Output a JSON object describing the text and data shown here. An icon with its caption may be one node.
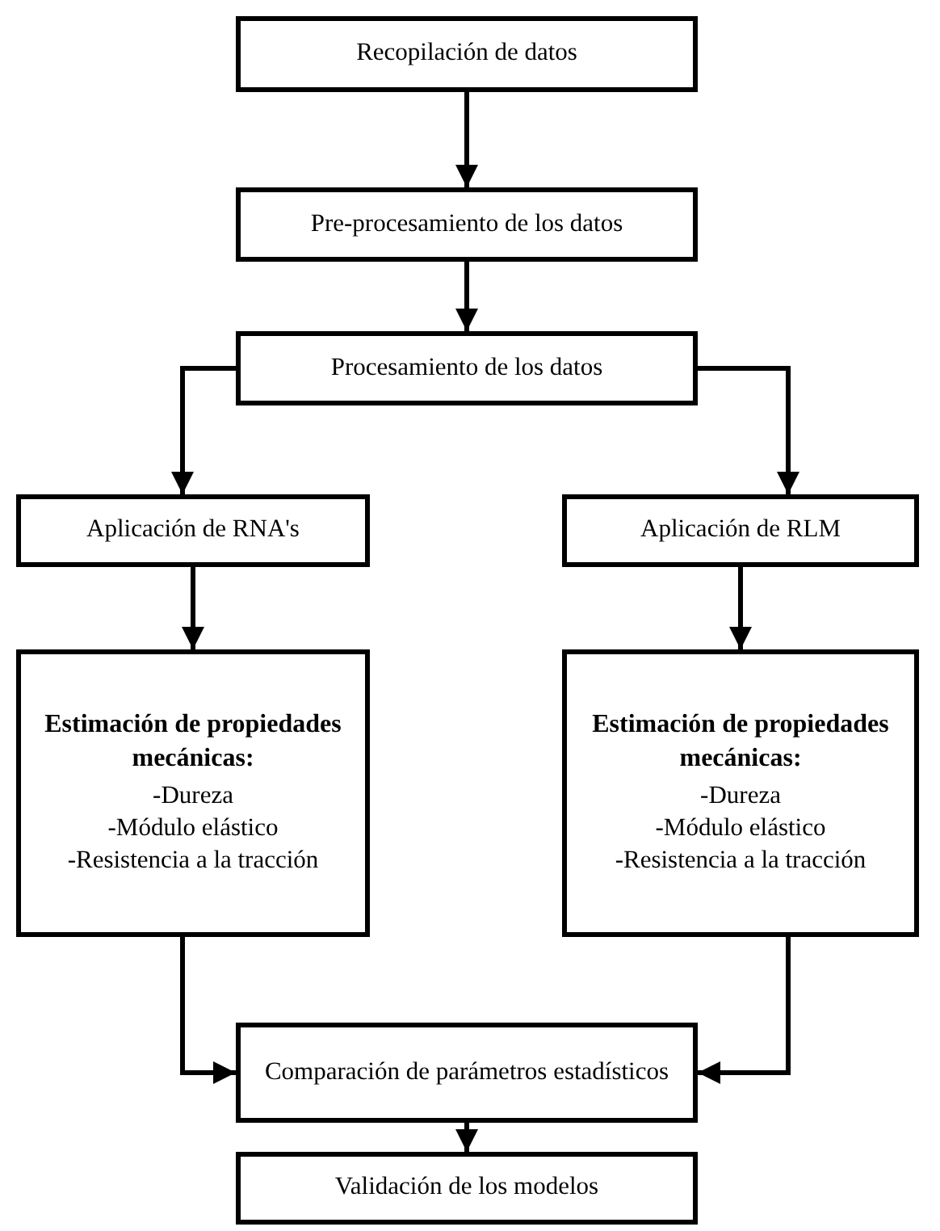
{
  "diagram": {
    "nodes": [
      {
        "text": [
          "Recopilación de datos"
        ]
      },
      {
        "text": [
          "Pre-procesamiento de los datos"
        ]
      },
      {
        "text": [
          "Procesamiento de los datos"
        ]
      },
      {
        "text": [
          "Aplicación de RNA's"
        ]
      },
      {
        "text": [
          "Aplicación de RLM"
        ]
      },
      {
        "text": [
          "Estimación de propiedades mecánicas:",
          "-Dureza",
          "-Módulo elástico",
          "-Resistencia a la tracción"
        ]
      },
      {
        "text": [
          "Estimación de propiedades mecánicas:",
          "-Dureza",
          "-Módulo elástico",
          "-Resistencia a la tracción"
        ]
      },
      {
        "text": [
          "Comparación de parámetros estadísticos"
        ]
      },
      {
        "text": [
          "Validación de los modelos"
        ]
      }
    ],
    "edges": [
      {
        "from": 0,
        "to": 1,
        "arrow": "to"
      },
      {
        "from": 1,
        "to": 2,
        "arrow": "to"
      },
      {
        "from": 2,
        "to": 3,
        "arrow": "to"
      },
      {
        "from": 2,
        "to": 4,
        "arrow": "to"
      },
      {
        "from": 3,
        "to": 5,
        "arrow": "to"
      },
      {
        "from": 4,
        "to": 6,
        "arrow": "to"
      },
      {
        "from": 5,
        "to": 7,
        "arrow": "to"
      },
      {
        "from": 6,
        "to": 7,
        "arrow": "to"
      },
      {
        "from": 7,
        "to": 8,
        "arrow": "to"
      }
    ]
  }
}
